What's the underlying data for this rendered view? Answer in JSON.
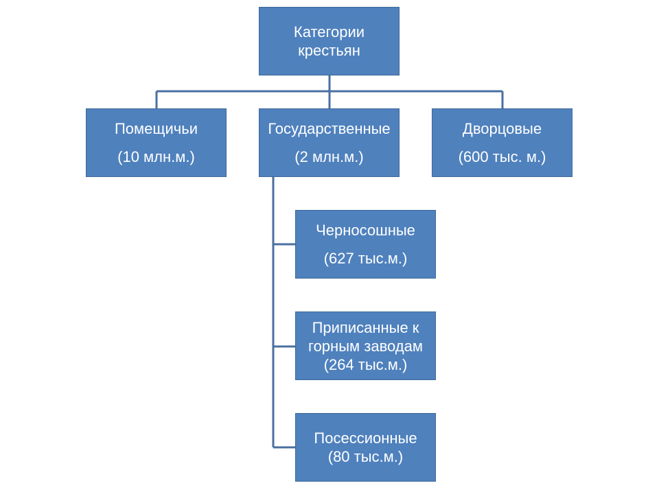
{
  "root": {
    "lines": [
      "Категории",
      "крестьян"
    ]
  },
  "level1": [
    {
      "name": "Помещичьи",
      "count": "(10 млн.м.)"
    },
    {
      "name": "Государственные",
      "count": "(2 млн.м.)"
    },
    {
      "name": "Дворцовые",
      "count": "(600 тыс. м.)"
    }
  ],
  "state_children": [
    {
      "lines": [
        "Черносошные",
        "(627 тыс.м.)"
      ]
    },
    {
      "lines": [
        "Приписанные к",
        "горным заводам",
        "(264 тыс.м.)"
      ]
    },
    {
      "lines": [
        "Посессионные",
        "(80 тыс.м.)"
      ]
    }
  ],
  "colors": {
    "box_fill": "#4f81bd",
    "box_border": "#3c6898",
    "connector": "#4a6fa0",
    "text": "#ffffff"
  }
}
